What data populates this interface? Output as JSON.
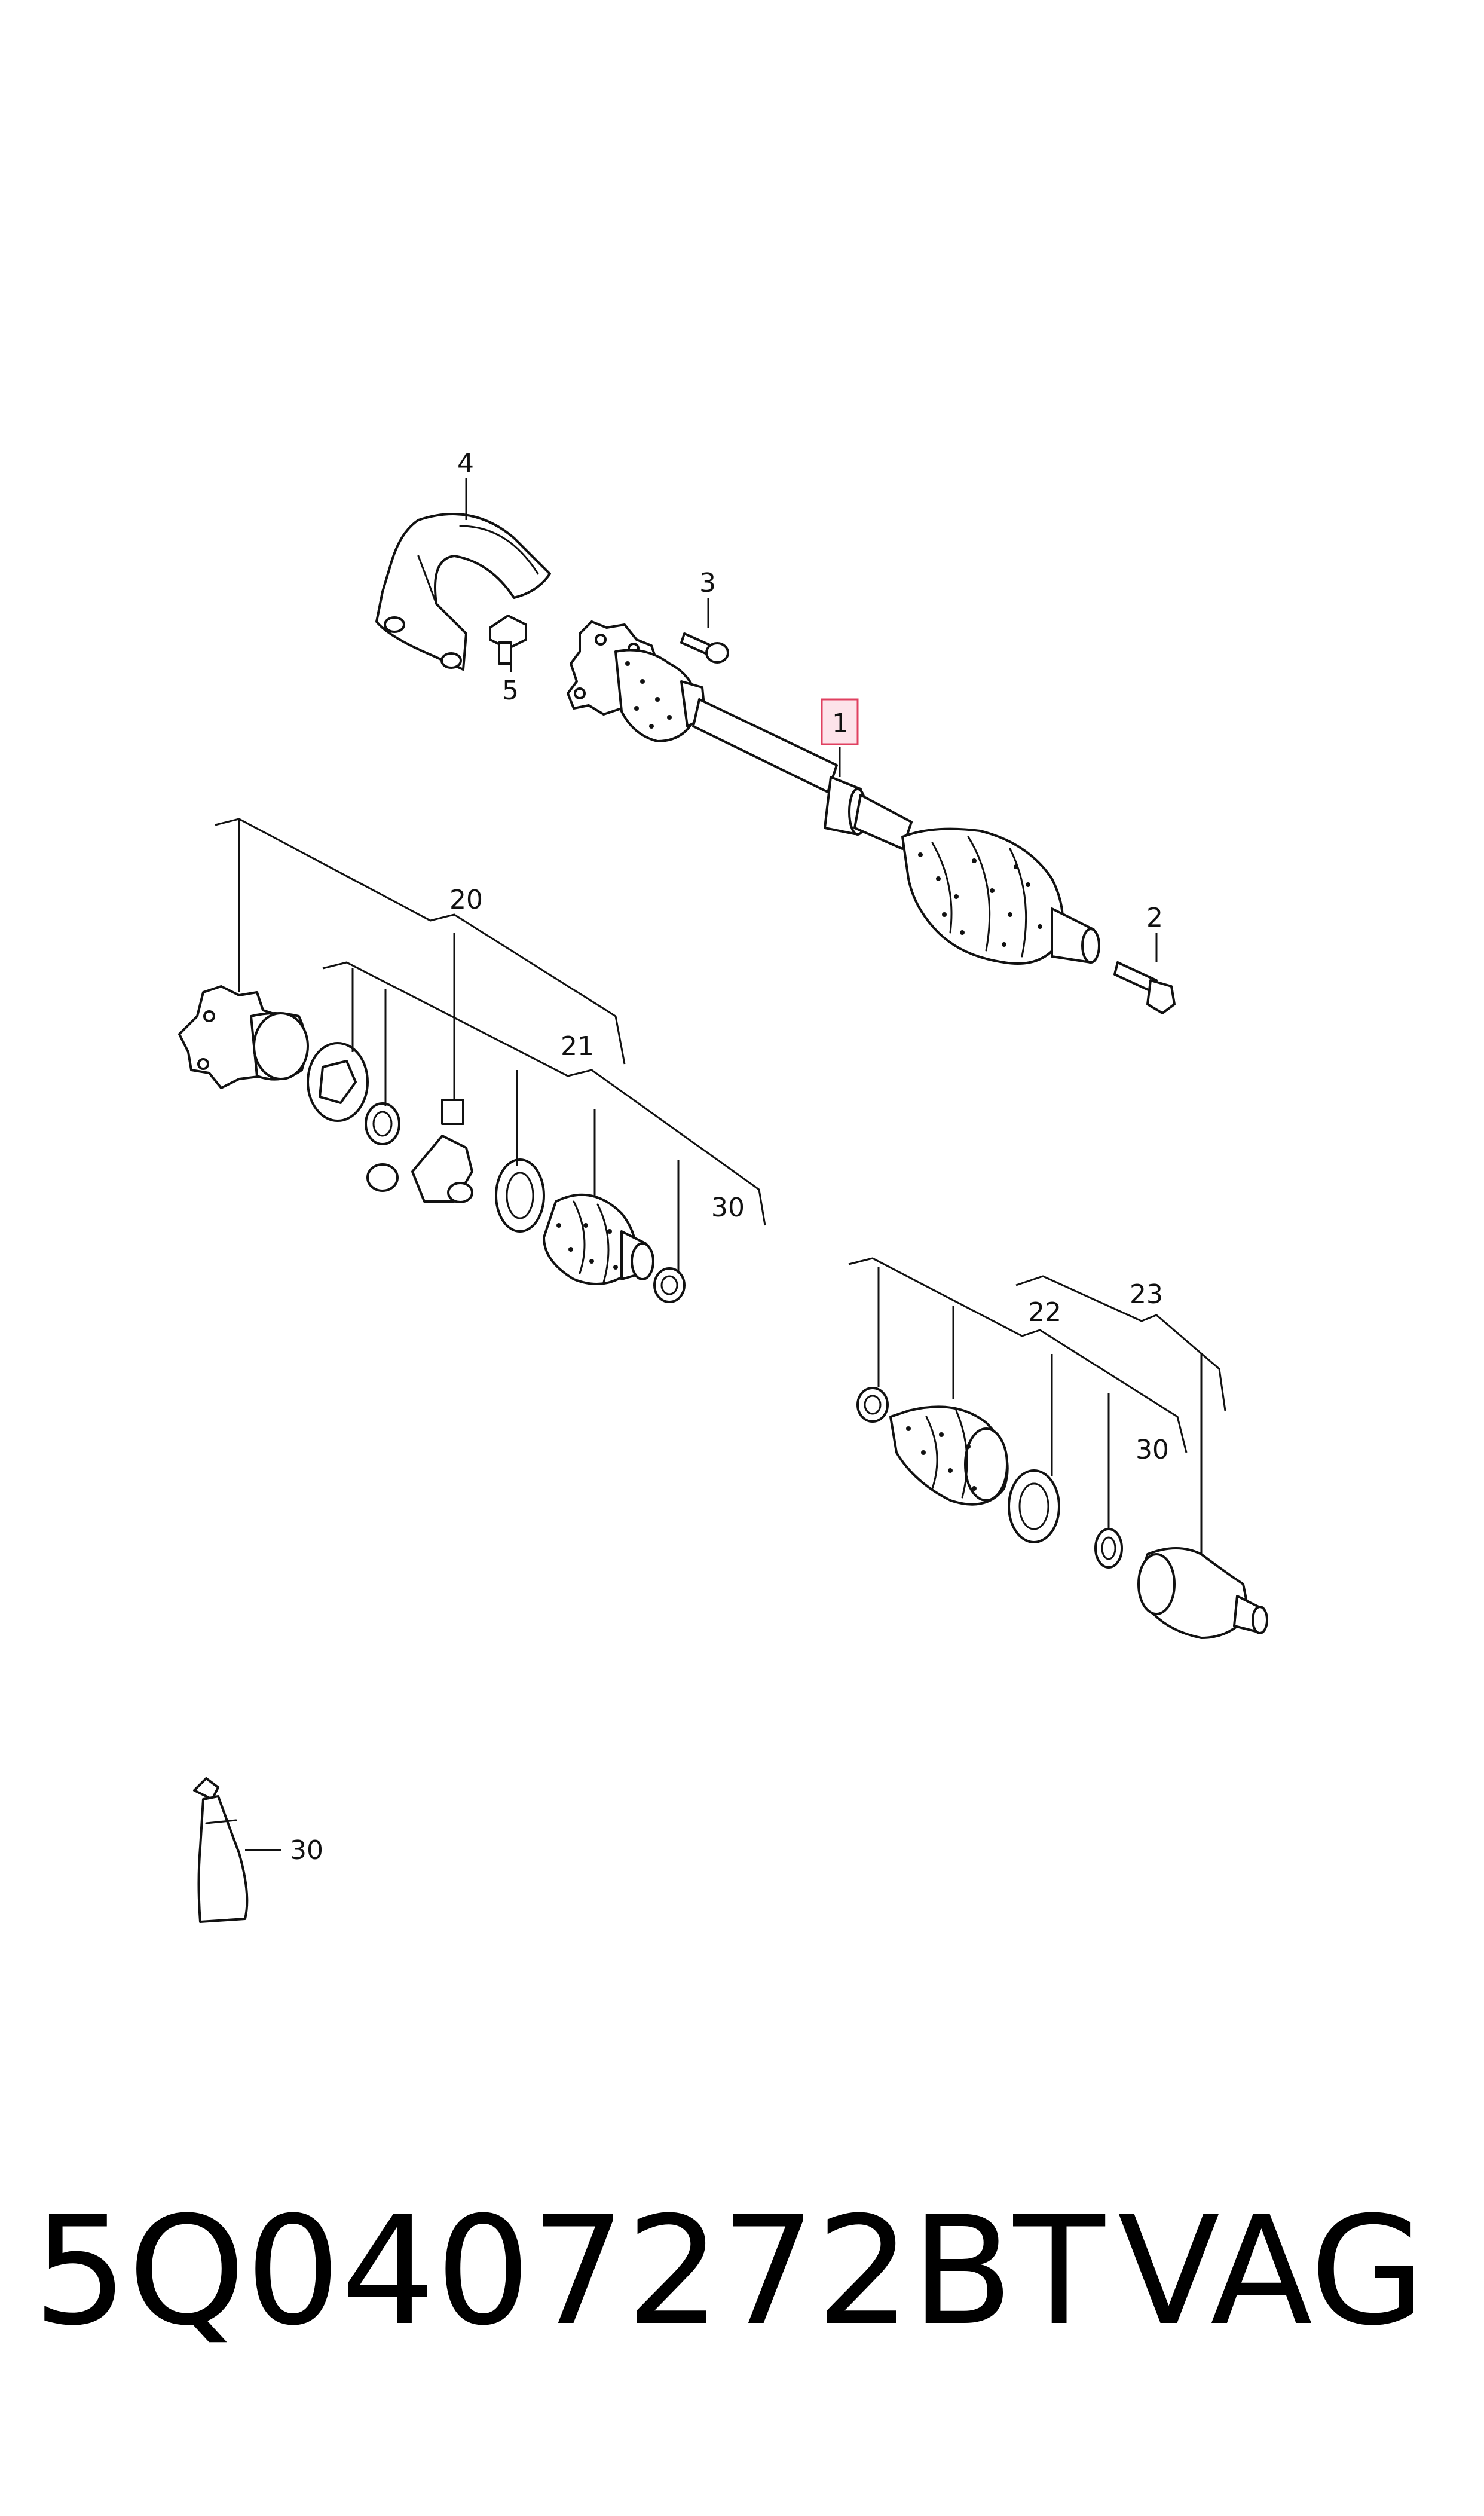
{
  "callouts": {
    "c1": "1",
    "c2": "2",
    "c3": "3",
    "c4": "4",
    "c5": "5",
    "c20": "20",
    "c21": "21",
    "c22": "22",
    "c23": "23",
    "c30a": "30",
    "c30b": "30",
    "c30c": "30"
  },
  "colors": {
    "highlight": "#e04060",
    "highlight_fill": "#fde3ea"
  },
  "footer": {
    "part_number": "5Q0407272BT",
    "brand": "VAG"
  }
}
